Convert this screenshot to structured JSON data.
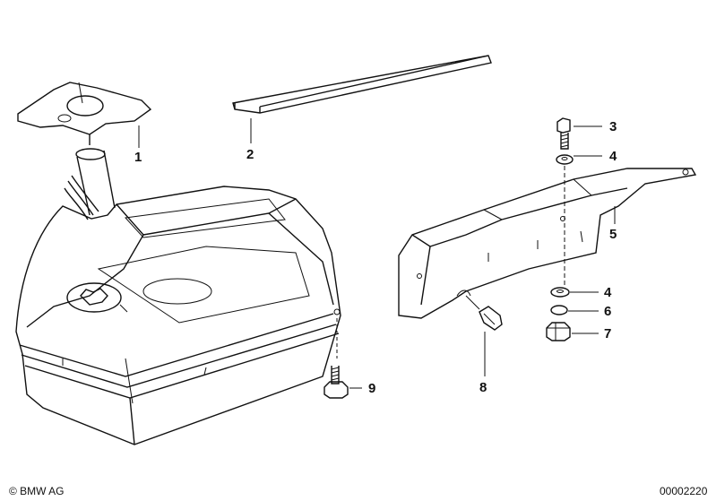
{
  "callouts": {
    "c1": "1",
    "c2": "2",
    "c3": "3",
    "c4a": "4",
    "c5": "5",
    "c4b": "4",
    "c6": "6",
    "c7": "7",
    "c8": "8",
    "c9": "9"
  },
  "footer": {
    "copyright": "© BMW AG",
    "diagram_number": "00002220"
  }
}
